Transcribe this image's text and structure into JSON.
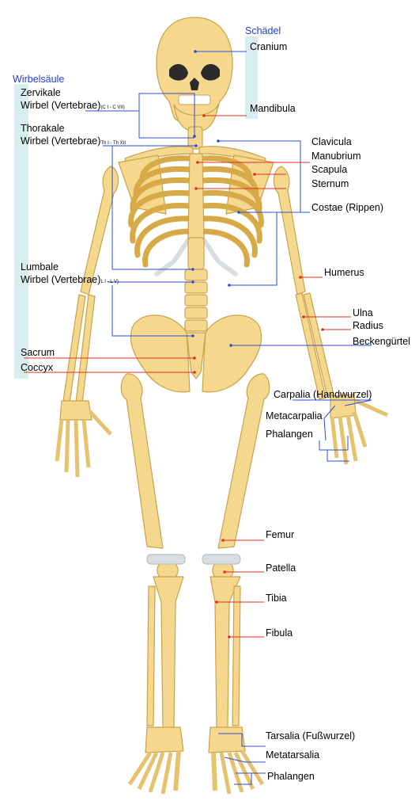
{
  "groups": {
    "schaedel": "Schädel",
    "wirbelsaeule": "Wirbelsäule"
  },
  "labels": {
    "cranium": "Cranium",
    "mandibula": "Mandibula",
    "zervikale_1": "Zervikale",
    "zervikale_2": "Wirbel (Vertebrae)",
    "zervikale_sub": "(C I - C VII)",
    "thorakale_1": "Thorakale",
    "thorakale_2": "Wirbel (Vertebrae)",
    "thorakale_sub": "Th I - Th XII",
    "lumbale_1": "Lumbale",
    "lumbale_2": "Wirbel (Vertebrae)",
    "lumbale_sub": "L I - L V)",
    "sacrum": "Sacrum",
    "coccyx": "Coccyx",
    "clavicula": "Clavicula",
    "manubrium": "Manubrium",
    "scapula": "Scapula",
    "sternum": "Sternum",
    "costae": "Costae (Rippen)",
    "humerus": "Humerus",
    "ulna": "Ulna",
    "radius": "Radius",
    "beckenguertel": "Beckengürtel",
    "carpalia": "Carpalia (Handwurzel)",
    "metacarpalia": "Metacarpalia",
    "phalangen_hand": "Phalangen",
    "femur": "Femur",
    "patella": "Patella",
    "tibia": "Tibia",
    "fibula": "Fibula",
    "tarsalia": "Tarsalia (Fußwurzel)",
    "metatarsalia": "Metatarsalia",
    "phalangen_fuss": "Phalangen"
  },
  "colors": {
    "bone": "#f5d88e",
    "bone_stroke": "#c9a24a",
    "cartilage": "#d8dde2",
    "pointer_red": "#e03020",
    "pointer_blue": "#2a4fd0",
    "group_text": "#1f3fd6",
    "band": "#d9eef1"
  }
}
